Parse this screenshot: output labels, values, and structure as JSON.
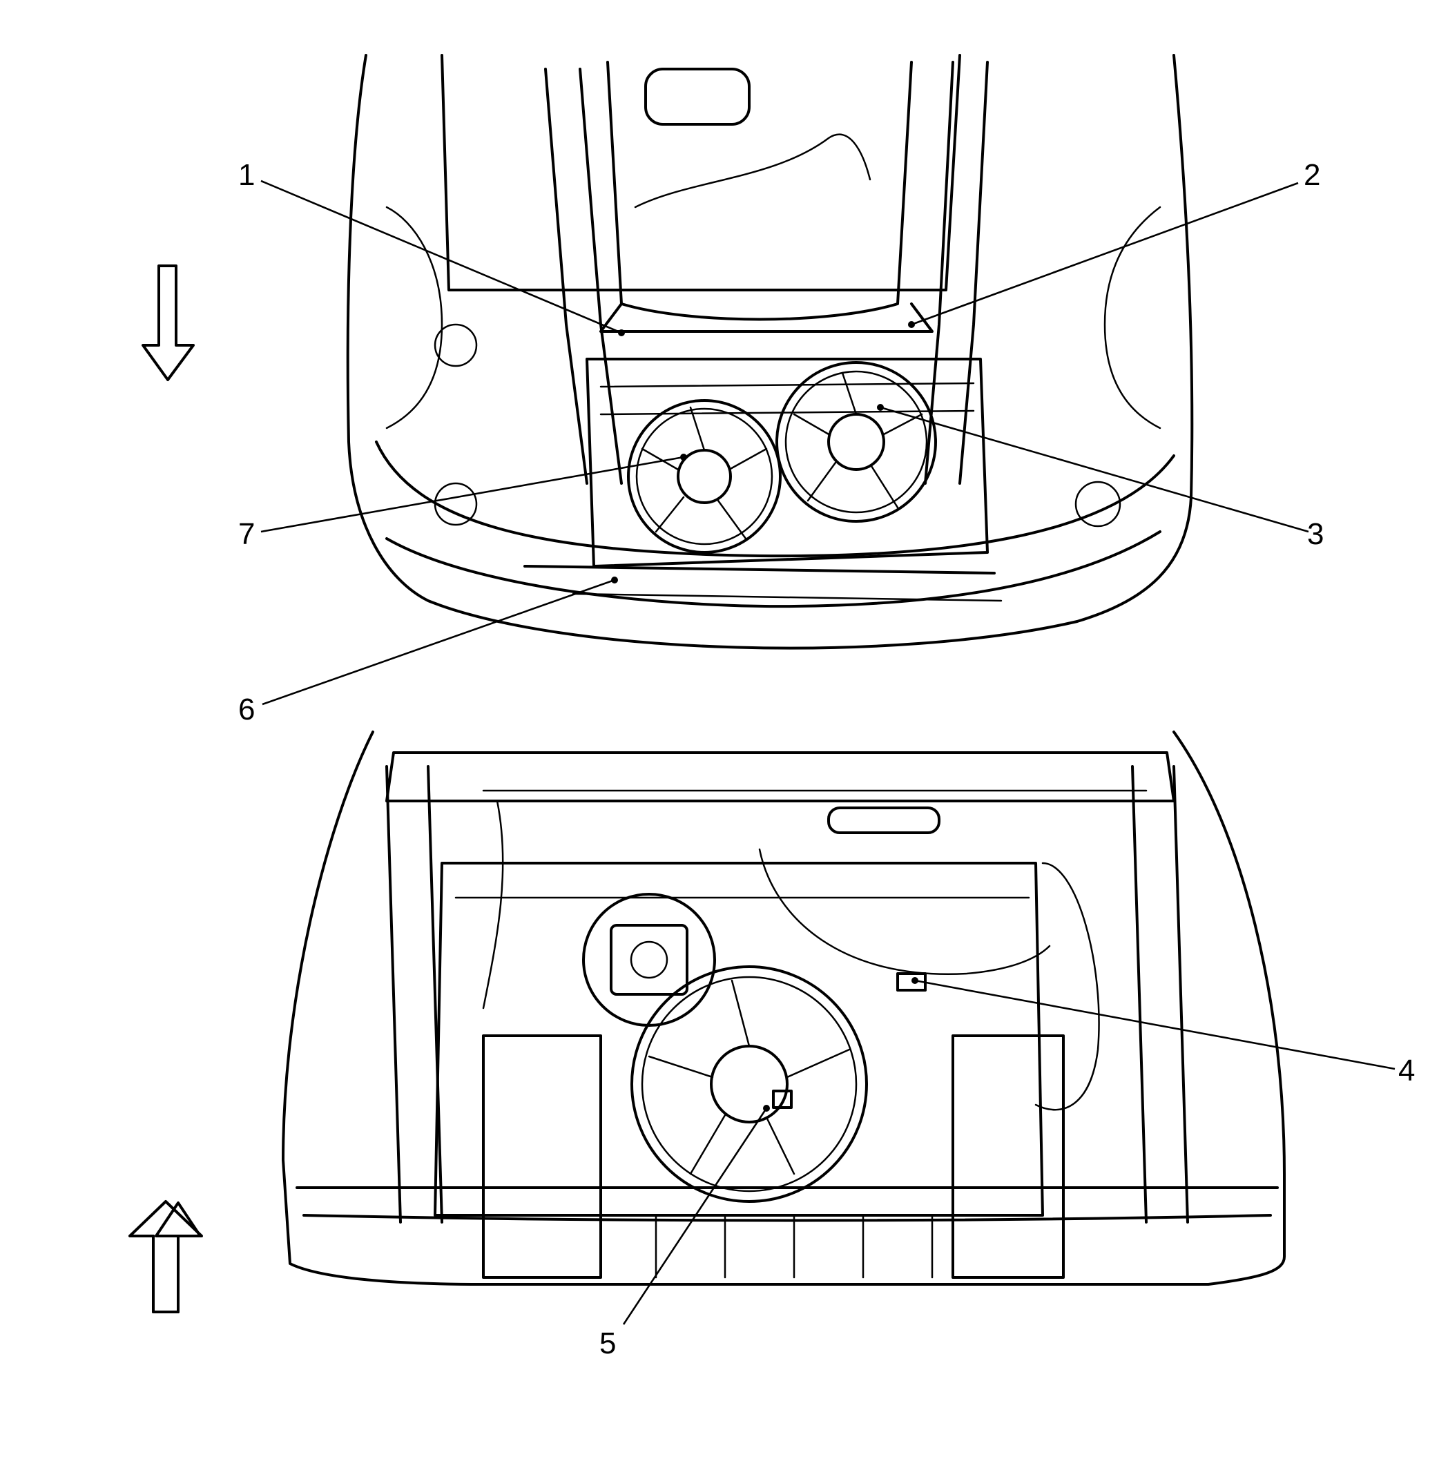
{
  "callouts": [
    {
      "id": "1",
      "label": "1"
    },
    {
      "id": "2",
      "label": "2"
    },
    {
      "id": "3",
      "label": "3"
    },
    {
      "id": "4",
      "label": "4"
    },
    {
      "id": "5",
      "label": "5"
    },
    {
      "id": "6",
      "label": "6"
    },
    {
      "id": "7",
      "label": "7"
    }
  ],
  "icons": {
    "top_arrow": "arrow-down-icon",
    "bottom_arrow": "arrow-up-icon"
  }
}
